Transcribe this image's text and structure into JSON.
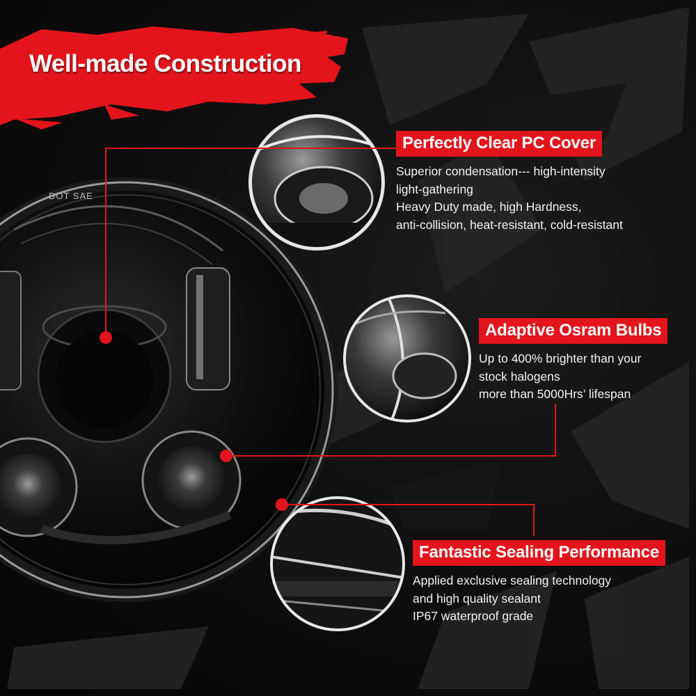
{
  "header": {
    "title": "Well-made Construction"
  },
  "headlight": {
    "marking": "DOT SAE"
  },
  "features": [
    {
      "badge": "Perfectly Clear PC Cover",
      "lines": [
        "Superior condensation--- high-intensity",
        "light-gathering",
        "Heavy Duty made, high Hardness,",
        "anti-collision, heat-resistant, cold-resistant"
      ]
    },
    {
      "badge": "Adaptive Osram Bulbs",
      "lines": [
        "Up to 400% brighter than your",
        "stock halogens",
        "more than 5000Hrs’ lifespan"
      ]
    },
    {
      "badge": "Fantastic Sealing Performance",
      "lines": [
        "Applied exclusive sealing technology",
        "and high quality sealant",
        "IP67 waterproof grade"
      ]
    }
  ],
  "colors": {
    "accent": "#e3141b",
    "background": "#0b0b0b",
    "text": "#ffffff"
  }
}
